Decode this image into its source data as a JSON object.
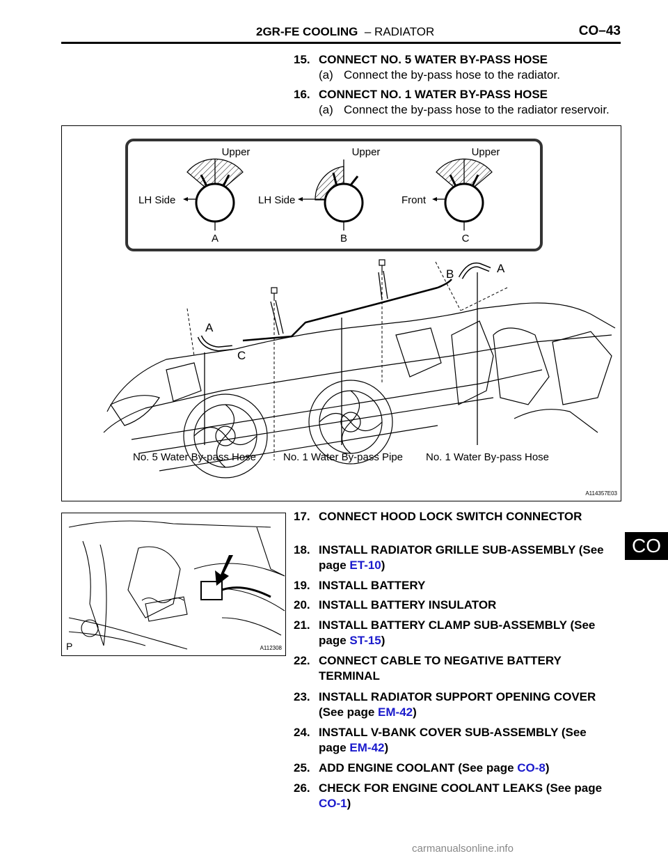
{
  "header": {
    "section_bold": "2GR-FE COOLING",
    "section_rest": "– RADIATOR",
    "page": "CO–43"
  },
  "steps_top": [
    {
      "num": "15.",
      "text": "CONNECT NO. 5 WATER BY-PASS HOSE",
      "sub_label": "(a)",
      "sub_text": "Connect the by-pass hose to the radiator."
    },
    {
      "num": "16.",
      "text": "CONNECT NO. 1 WATER BY-PASS HOSE",
      "sub_label": "(a)",
      "sub_text": "Connect the by-pass hose to the radiator reservoir."
    }
  ],
  "figure1": {
    "inset": {
      "upper": "Upper",
      "lh_side": "LH Side",
      "front": "Front",
      "a": "A",
      "b": "B",
      "c": "C"
    },
    "markers": {
      "a": "A",
      "b": "B",
      "c": "C"
    },
    "captions": {
      "hose5": "No. 5 Water By-pass Hose",
      "pipe1": "No. 1 Water By-pass Pipe",
      "hose1": "No. 1 Water By-pass Hose"
    },
    "code": "A114357E03"
  },
  "figure2": {
    "corner": "P",
    "code": "A112308"
  },
  "steps_bottom": [
    {
      "num": "17.",
      "text": "CONNECT HOOD LOCK SWITCH CONNECTOR"
    },
    {
      "num": "18.",
      "text": "INSTALL RADIATOR GRILLE SUB-ASSEMBLY (See",
      "text2": "page ",
      "link": "ET-10",
      "close": ")"
    },
    {
      "num": "19.",
      "text": "INSTALL BATTERY"
    },
    {
      "num": "20.",
      "text": "INSTALL BATTERY INSULATOR"
    },
    {
      "num": "21.",
      "text": "INSTALL BATTERY CLAMP SUB-ASSEMBLY (See",
      "text2": "page ",
      "link": "ST-15",
      "close": ")"
    },
    {
      "num": "22.",
      "text": "CONNECT CABLE TO NEGATIVE BATTERY",
      "text2": "TERMINAL"
    },
    {
      "num": "23.",
      "text": "INSTALL RADIATOR SUPPORT OPENING COVER",
      "text2": "(See page ",
      "link": "EM-42",
      "close": ")"
    },
    {
      "num": "24.",
      "text": "INSTALL V-BANK COVER SUB-ASSEMBLY (See",
      "text2": "page ",
      "link": "EM-42",
      "close": ")"
    },
    {
      "num": "25.",
      "text": "ADD ENGINE COOLANT (See page ",
      "link_inline": "CO-8",
      "close": ")"
    },
    {
      "num": "26.",
      "text": "CHECK FOR ENGINE COOLANT LEAKS (See page",
      "text2": "",
      "link": "CO-1",
      "close": ")"
    }
  ],
  "side_tab": "CO",
  "footer": "carmanualsonline.info"
}
